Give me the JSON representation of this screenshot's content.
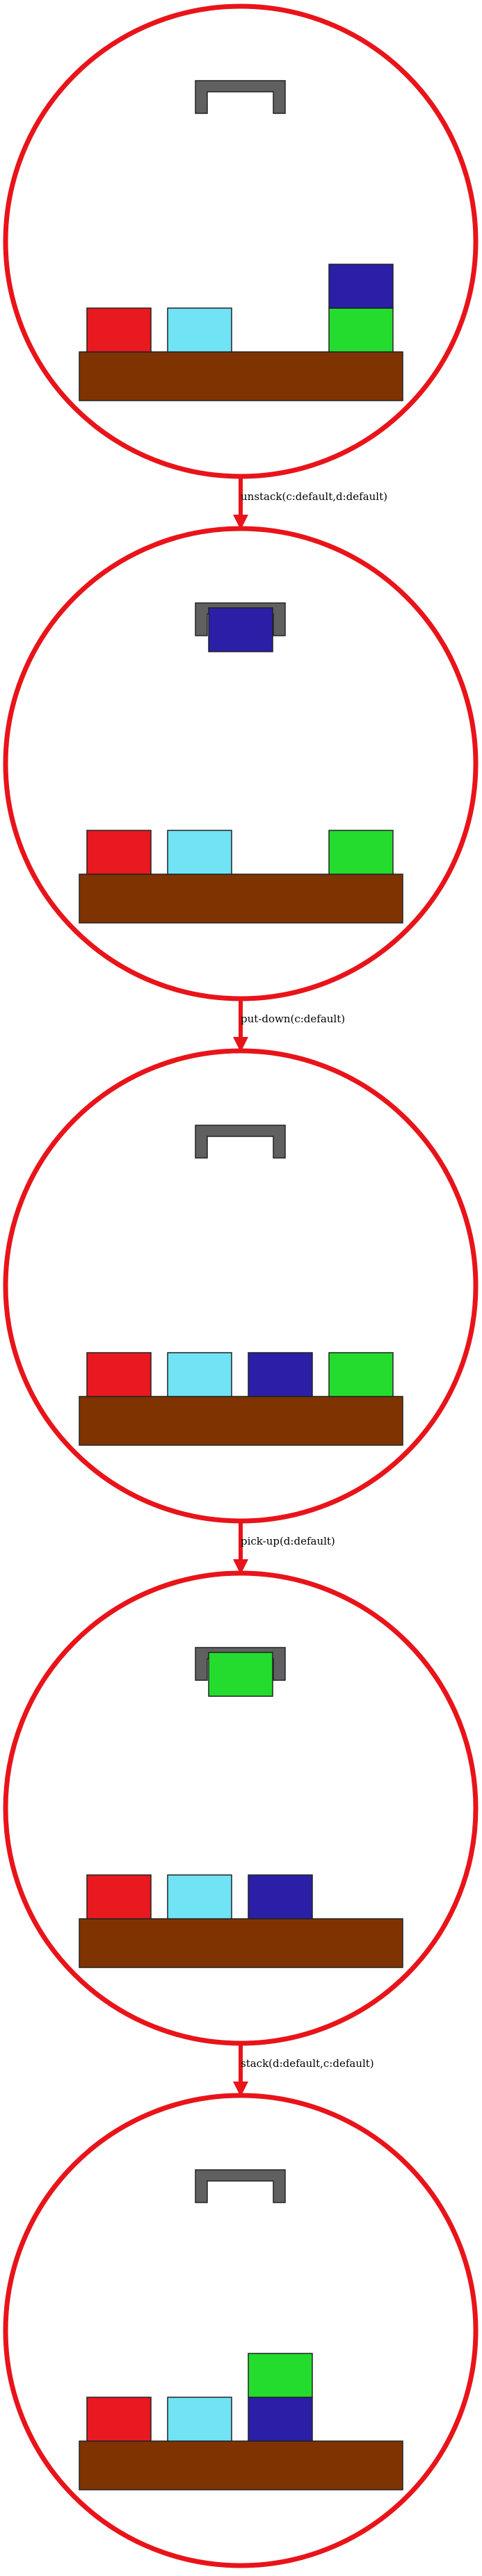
{
  "colors": {
    "circle": "#e8141a",
    "arrow": "#e8141a",
    "table": "#7f3300",
    "gripper": "#606060",
    "outline": "#222222"
  },
  "blocks": {
    "a": {
      "color": "#e8191f"
    },
    "b": {
      "color": "#70e3f5"
    },
    "c": {
      "color": "#2a1fa6"
    },
    "d": {
      "color": "#24dc2e"
    }
  },
  "states": [
    {
      "stacks": [
        [
          "a"
        ],
        [
          "b"
        ],
        [],
        [
          "d",
          "c"
        ]
      ],
      "holding": null
    },
    {
      "stacks": [
        [
          "a"
        ],
        [
          "b"
        ],
        [],
        [
          "d"
        ]
      ],
      "holding": "c"
    },
    {
      "stacks": [
        [
          "a"
        ],
        [
          "b"
        ],
        [
          "c"
        ],
        [
          "d"
        ]
      ],
      "holding": null
    },
    {
      "stacks": [
        [
          "a"
        ],
        [
          "b"
        ],
        [
          "c"
        ],
        []
      ],
      "holding": "d"
    },
    {
      "stacks": [
        [
          "a"
        ],
        [
          "b"
        ],
        [
          "c",
          "d"
        ],
        []
      ],
      "holding": null
    }
  ],
  "transitions": [
    {
      "label": "unstack(c:default,d:default)"
    },
    {
      "label": "put-down(c:default)"
    },
    {
      "label": "pick-up(d:default)"
    },
    {
      "label": "stack(d:default,c:default)"
    }
  ]
}
